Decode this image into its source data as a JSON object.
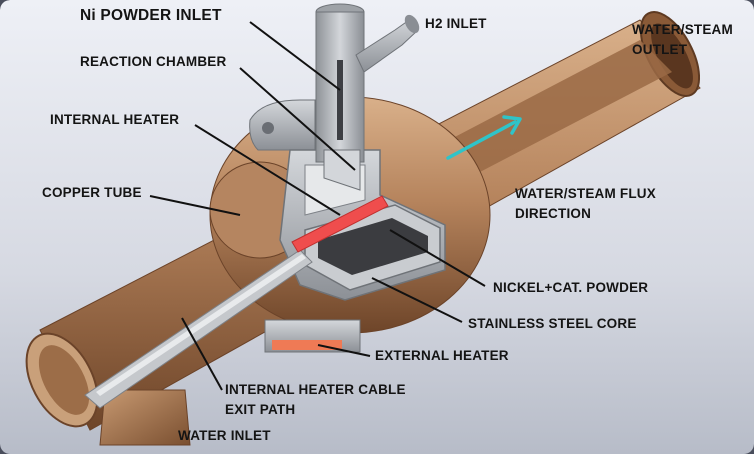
{
  "diagram": {
    "labels": {
      "ni_powder_inlet": "Ni POWDER INLET",
      "h2_inlet": "H2 INLET",
      "reaction_chamber": "REACTION CHAMBER",
      "water_steam_outlet_1": "WATER/STEAM",
      "water_steam_outlet_2": "OUTLET",
      "internal_heater": "INTERNAL HEATER",
      "copper_tube": "COPPER TUBE",
      "flux_direction_1": "WATER/STEAM FLUX",
      "flux_direction_2": "DIRECTION",
      "nickel_powder": "NICKEL+CAT. POWDER",
      "stainless_core": "STAINLESS STEEL CORE",
      "external_heater": "EXTERNAL HEATER",
      "heater_cable_1": "INTERNAL HEATER CABLE",
      "heater_cable_2": "EXIT PATH",
      "water_inlet": "WATER INLET"
    },
    "colors": {
      "background_top": "#e9ecf4",
      "background_bottom": "#b9bfcb",
      "copper": "#b5835c",
      "copper_dark": "#7a4f30",
      "copper_light": "#d9b08a",
      "steel": "#b9bcc1",
      "steel_dark": "#7d8187",
      "powder": "#3b3c40",
      "heater": "#ef4d4d",
      "flow_arrow": "#2fc4c8"
    }
  }
}
